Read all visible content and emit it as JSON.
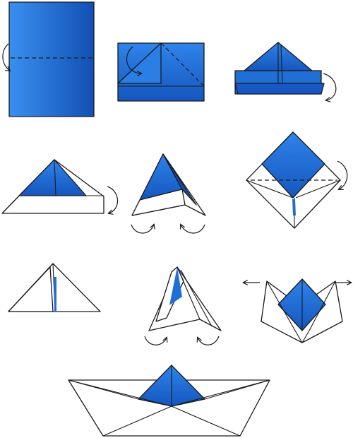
{
  "title": "",
  "colors": {
    "paper_blue": "#1f6fd6",
    "paper_blue_light": "#3a8ff0",
    "paper_blue_dark": "#1250b5",
    "paper_white": "#ffffff",
    "outline": "#1a1a1a",
    "background": "#ffffff"
  },
  "steps": [
    {
      "id": "step-1",
      "icon": "fold-in-half-icon"
    },
    {
      "id": "step-2",
      "icon": "fold-corner-down-icon"
    },
    {
      "id": "step-3",
      "icon": "fold-other-corner-icon"
    },
    {
      "id": "step-4",
      "icon": "fold-brim-up-icon"
    },
    {
      "id": "step-5",
      "icon": "tuck-corners-icon"
    },
    {
      "id": "step-6",
      "icon": "open-into-square-icon"
    },
    {
      "id": "step-7",
      "icon": "fold-flaps-up-icon"
    },
    {
      "id": "step-8",
      "icon": "open-and-flatten-icon"
    },
    {
      "id": "step-9",
      "icon": "pull-sides-apart-icon"
    },
    {
      "id": "step-10",
      "icon": "finished-paper-boat-icon"
    }
  ]
}
